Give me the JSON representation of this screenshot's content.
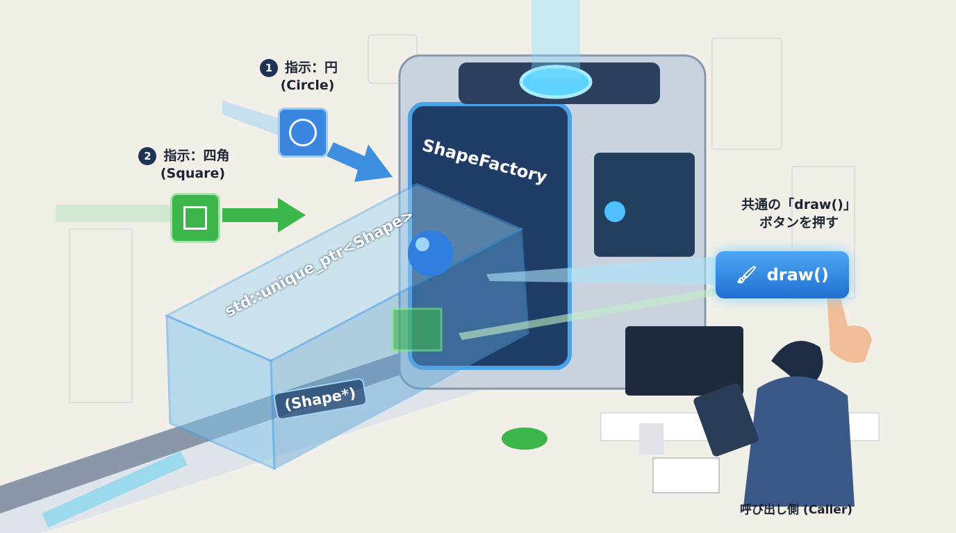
{
  "steps": [
    {
      "number": "1",
      "instruction": "指示：円",
      "english": "(Circle)"
    },
    {
      "number": "2",
      "instruction": "指示：四角",
      "english": "(Square)"
    }
  ],
  "factory": {
    "name": "ShapeFactory"
  },
  "container": {
    "type_label": "std::unique_ptr<Shape>",
    "pointer_label": "(Shape*)"
  },
  "caller": {
    "hint_line1": "共通の「draw()」",
    "hint_line2": "ボタンを押す",
    "button_label": "draw()",
    "caption": "呼び出し側 (Caller)"
  },
  "colors": {
    "background": "#f2efe8",
    "factory": "#c9d3e0",
    "glass": "#4aa3e8",
    "circle": "#2f7fe0",
    "square": "#3cb54a",
    "dark": "#1e3355"
  }
}
